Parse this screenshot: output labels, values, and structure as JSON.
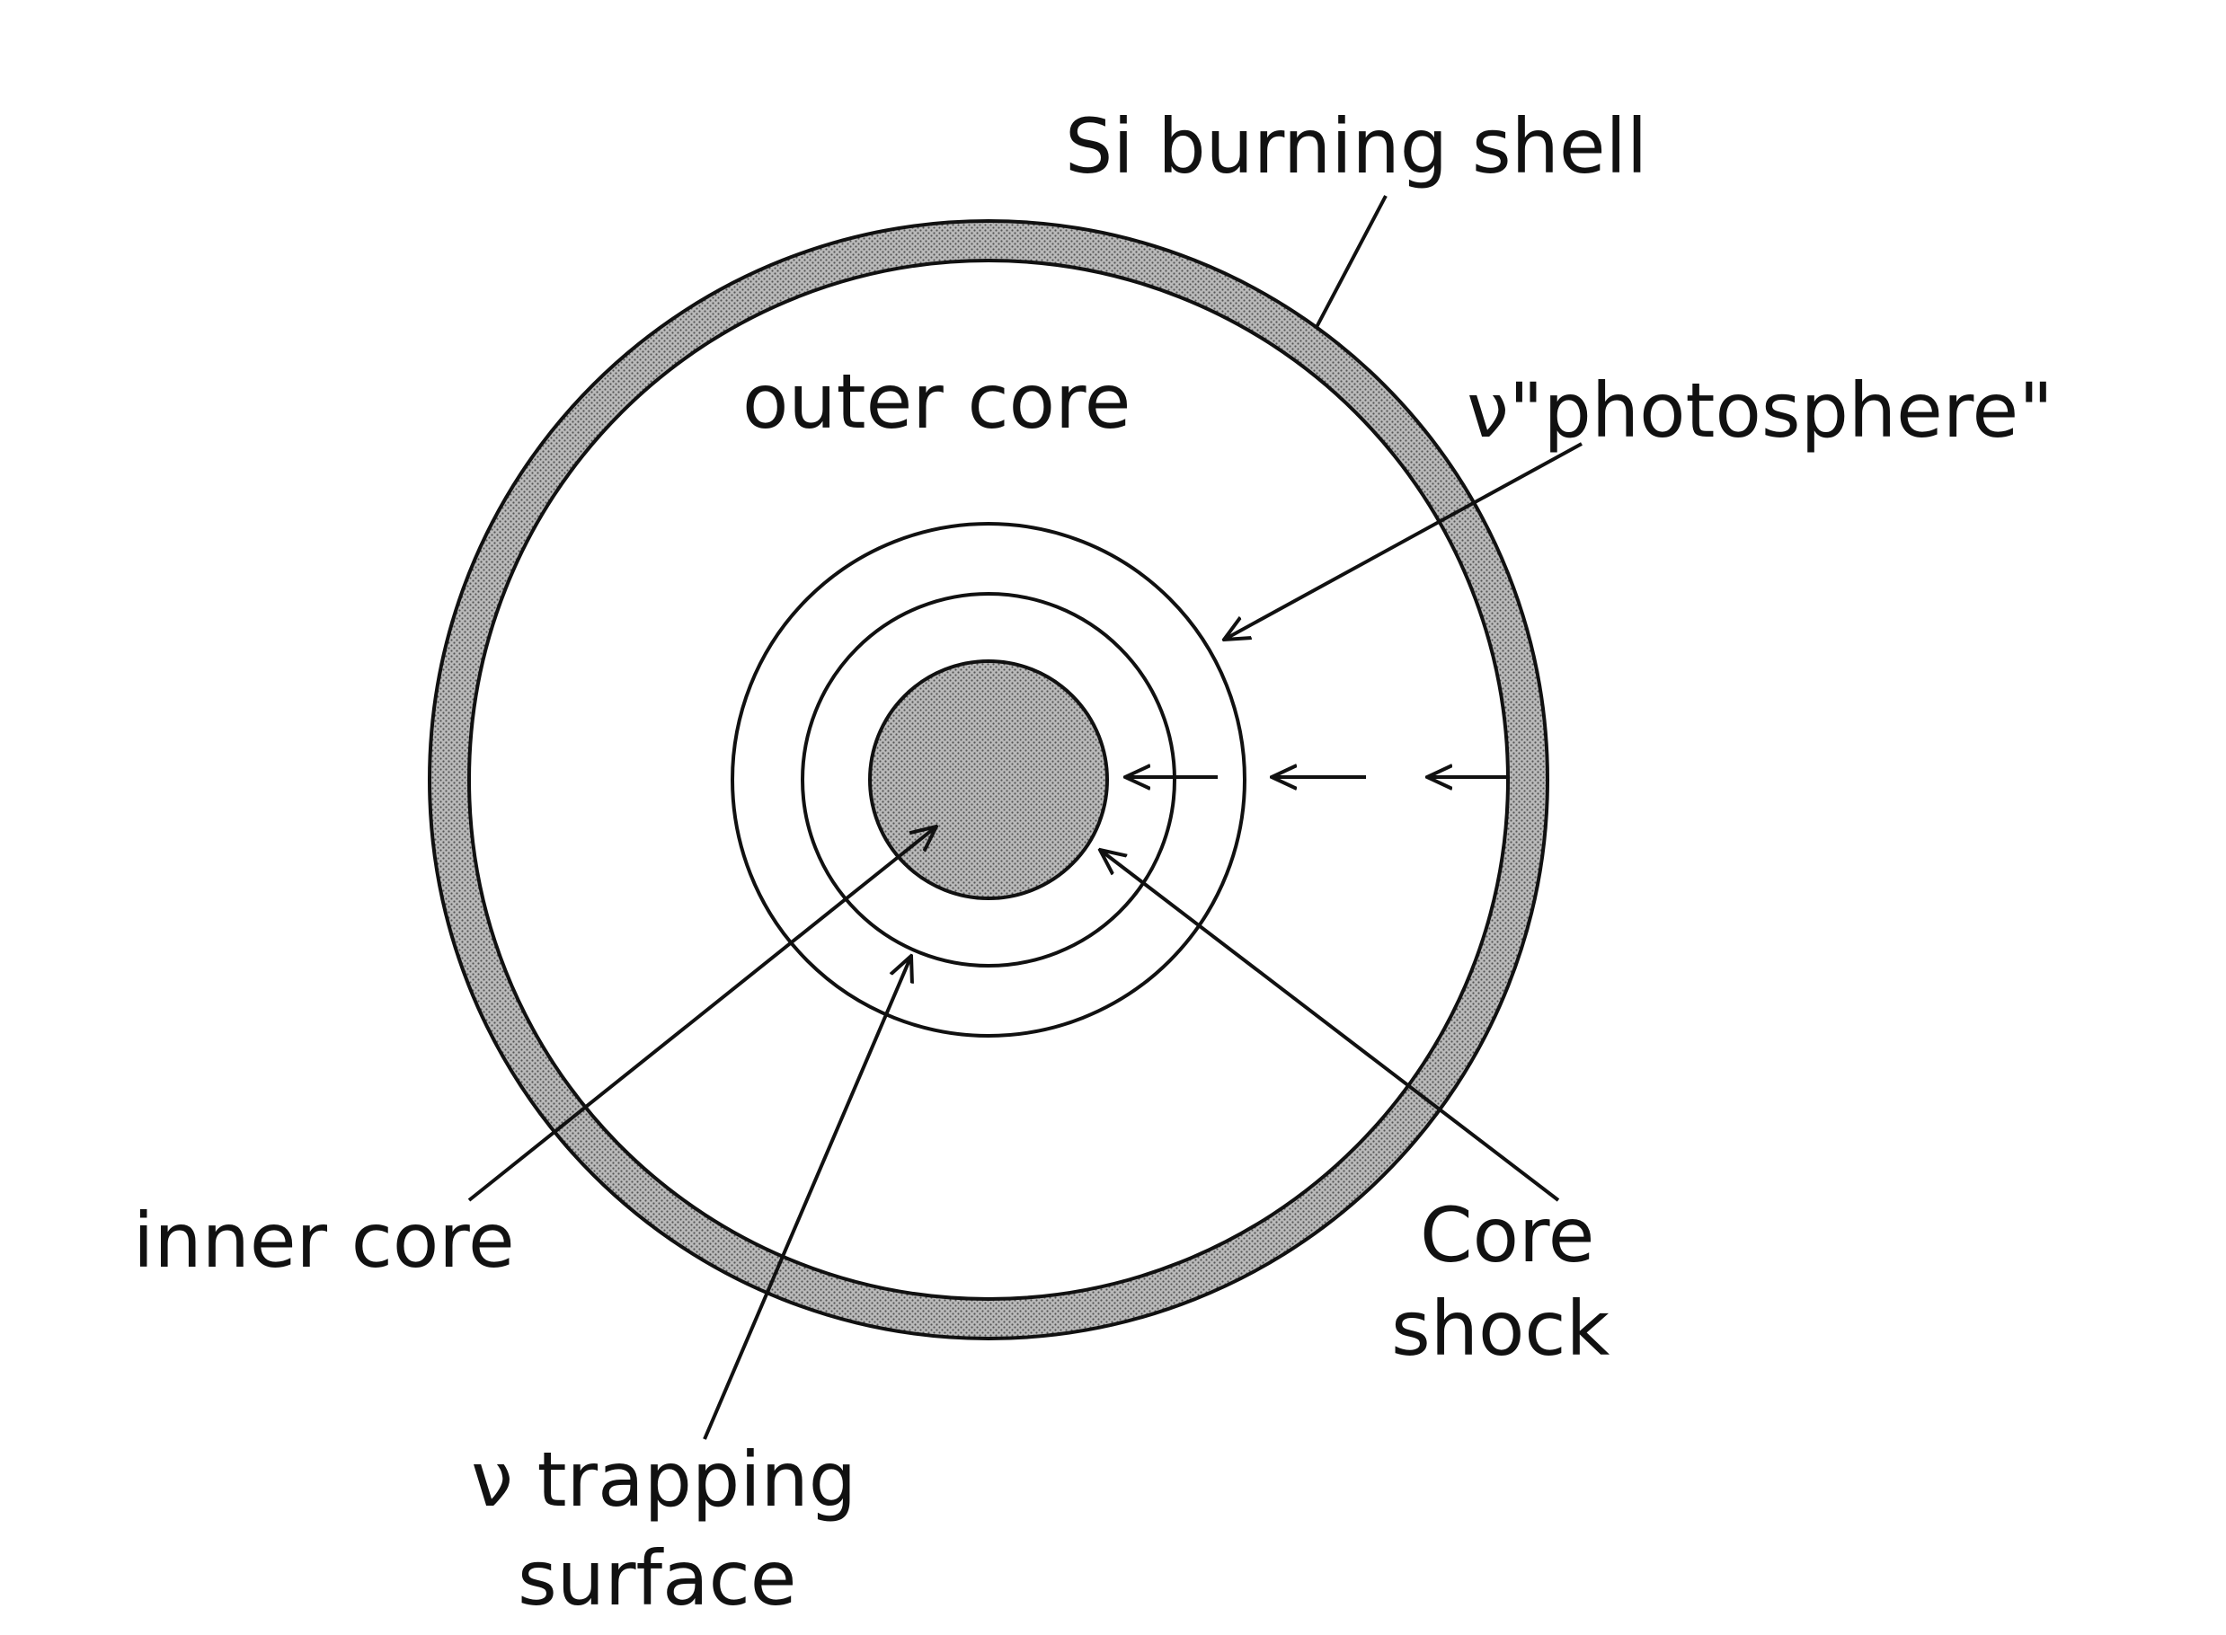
{
  "diagram": {
    "labels": {
      "si_burning_shell": "Si burning shell",
      "outer_core": "outer core",
      "nu_photosphere": "ν\"photosphere\"",
      "inner_core": "inner core",
      "core_shock_line1": "Core",
      "core_shock_line2": "shock",
      "nu_trapping_line1": "ν trapping",
      "nu_trapping_line2": "surface"
    },
    "colors": {
      "ink": "#111111",
      "shell_fill": "#a9a9a9",
      "background": "#ffffff"
    }
  }
}
